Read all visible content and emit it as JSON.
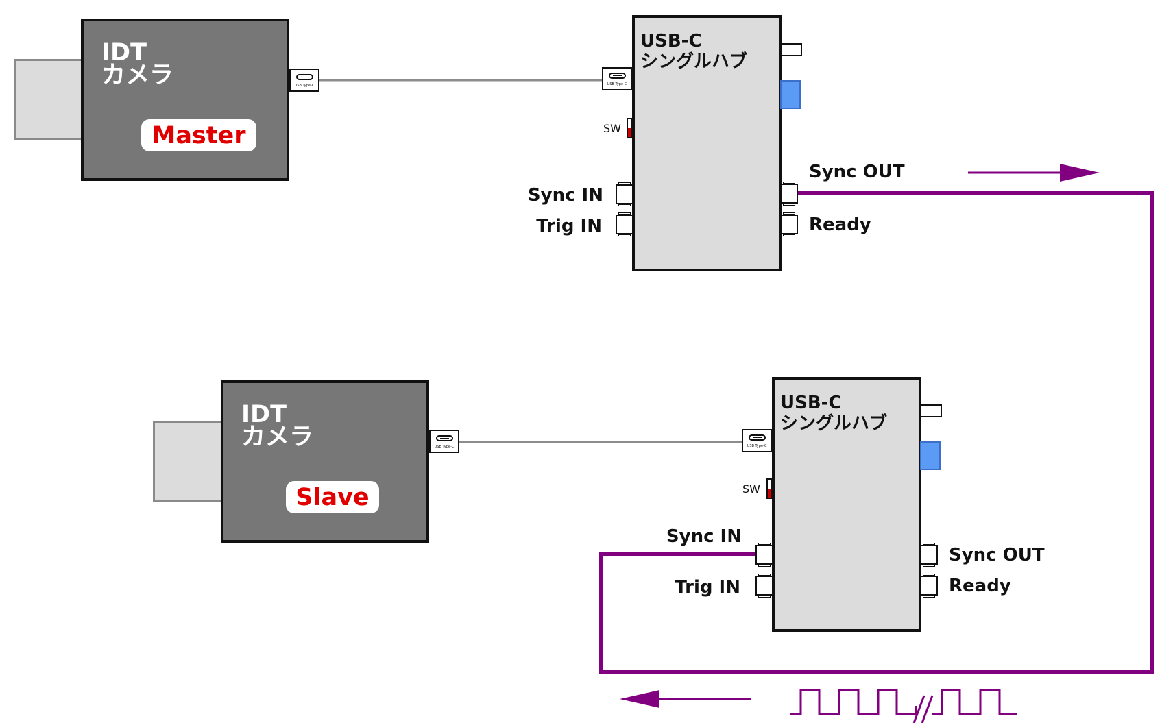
{
  "cameras": [
    {
      "title": "IDT\nカメラ",
      "role": "Master",
      "usb_label": "USB Type-C"
    },
    {
      "title": "IDT\nカメラ",
      "role": "Slave",
      "usb_label": "USB Type-C"
    }
  ],
  "hubs": [
    {
      "title": "USB-C\nシングルハブ",
      "usb_label": "USB Type-C",
      "switch_label": "SW",
      "sync_in": "Sync IN",
      "trig_in": "Trig IN",
      "sync_out": "Sync OUT",
      "ready": "Ready"
    },
    {
      "title": "USB-C\nシングルハブ",
      "usb_label": "USB Type-C",
      "switch_label": "SW",
      "sync_in": "Sync IN",
      "trig_in": "Trig IN",
      "sync_out": "Sync OUT",
      "ready": "Ready"
    }
  ],
  "colors": {
    "sync_cable": "#800080",
    "usb_cable": "#8c8c8c",
    "camera_body": "#777777",
    "hub_body": "#dcdcdc",
    "role_text": "#e00000",
    "blue_port": "#5b9bf5"
  }
}
